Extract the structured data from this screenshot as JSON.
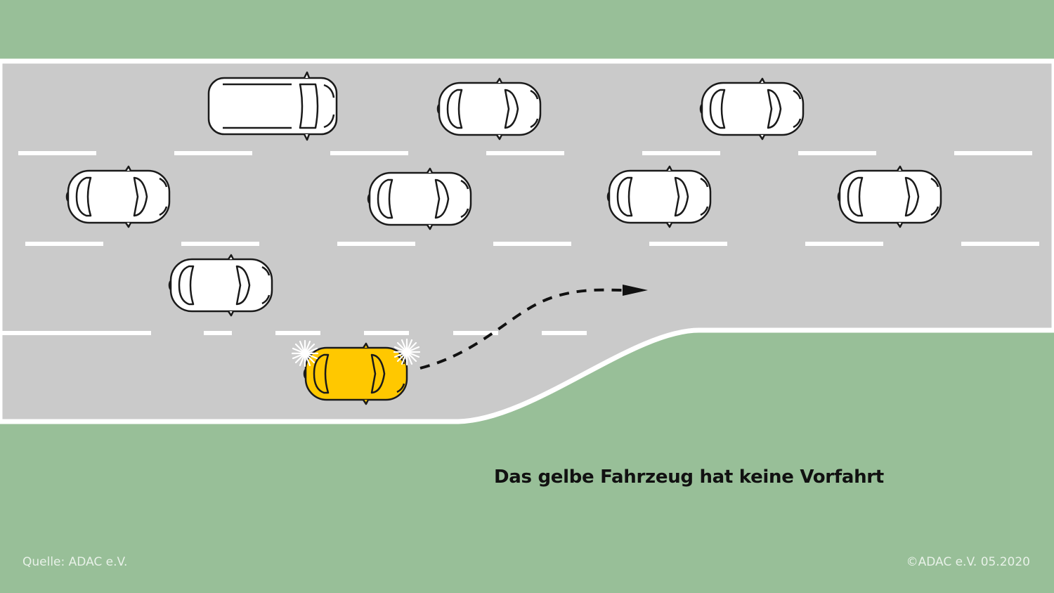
{
  "caption": "Das gelbe Fahrzeug hat keine Vorfahrt",
  "footer": {
    "source": "Quelle: ADAC e.V.",
    "copyright": "©ADAC e.V.  05.2020"
  },
  "colors": {
    "grass": "#98bf98",
    "road": "#cacaca",
    "marking": "#ffffff",
    "vehicle": "#ffffff",
    "merging_vehicle": "#ffc800",
    "outline": "#1a1a1a",
    "trajectory": "#111111"
  },
  "icons": {
    "vehicle": "car-icon",
    "van": "van-icon",
    "indicator": "flashing-indicator-icon",
    "path": "dashed-arrow-icon"
  }
}
